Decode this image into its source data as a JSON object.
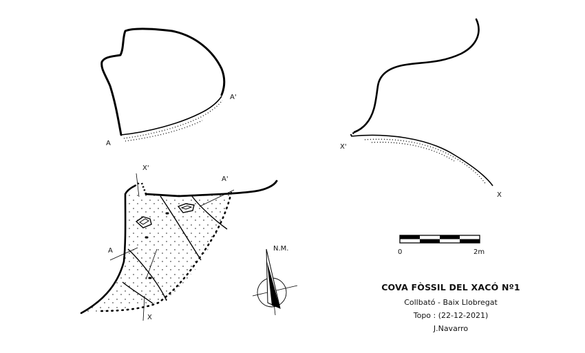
{
  "labels": {
    "section_a": "A",
    "section_a_prime": "A'",
    "section_x": "X",
    "section_x_prime": "X'",
    "north": "N.M."
  },
  "scale": {
    "start": "0",
    "end": "2m"
  },
  "title_block": {
    "title": "COVA FÒSSIL DEL XACÓ Nº1",
    "location": "Collbató - Baix Llobregat",
    "date": "Topo : (22-12-2021)",
    "author": "J.Navarro"
  }
}
